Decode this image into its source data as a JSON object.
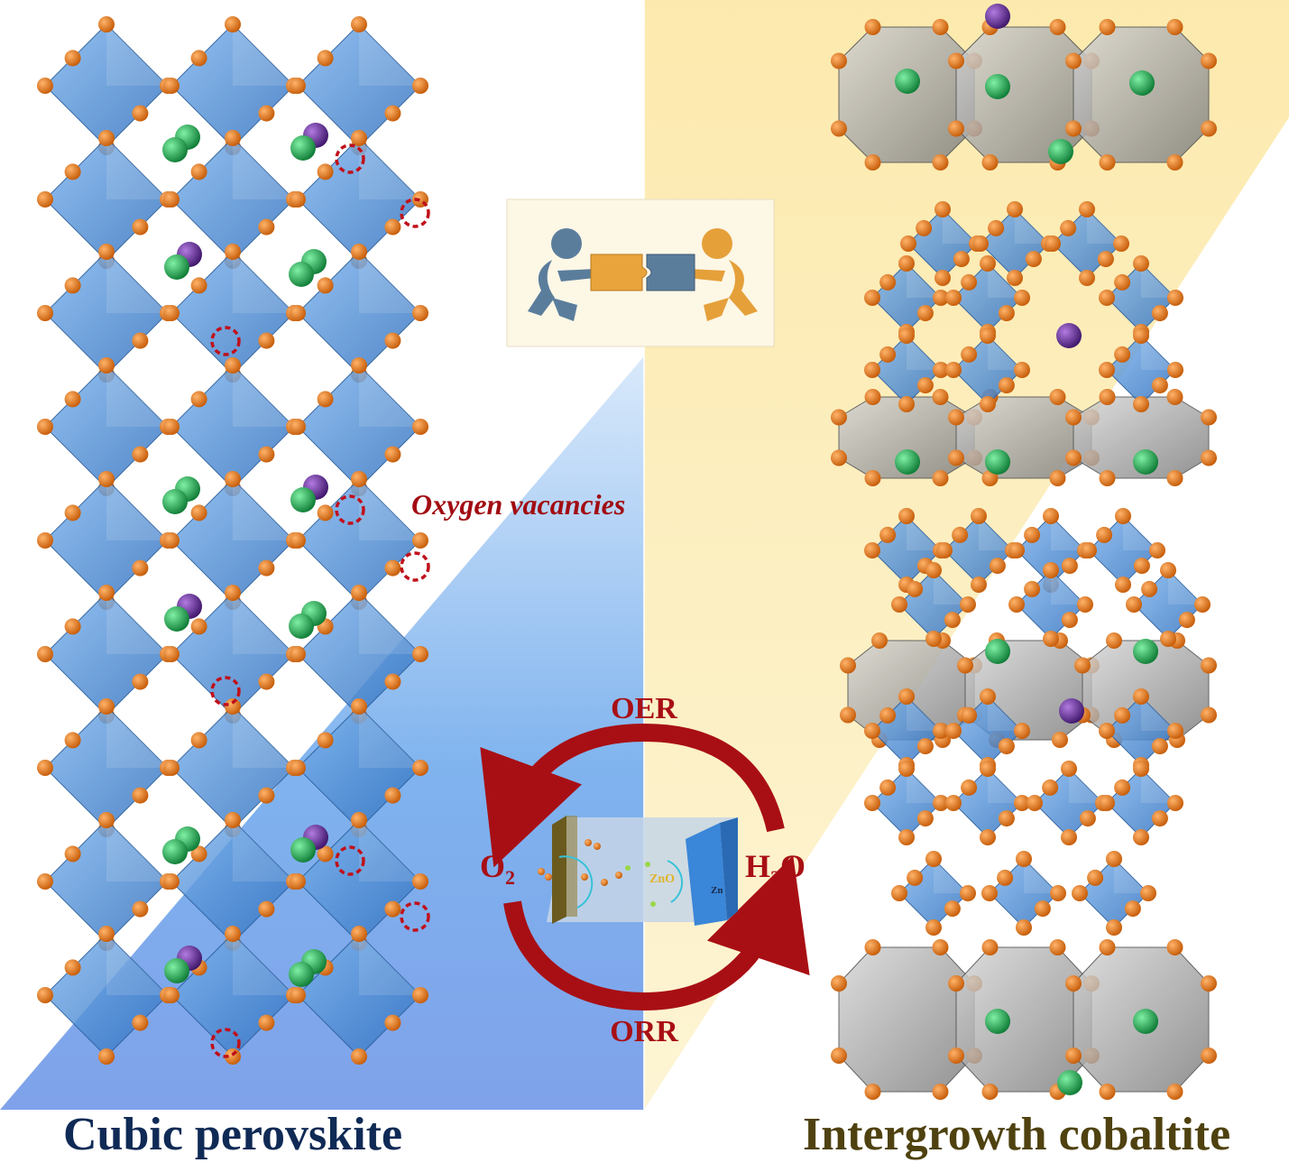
{
  "labels": {
    "left_title": "Cubic perovskite",
    "right_title": "Intergrowth cobaltite",
    "vacancy_label": "Oxygen vacancies",
    "oer": "OER",
    "orr": "ORR",
    "o2_main": "O",
    "o2_sub": "2",
    "h2o_h": "H",
    "h2o_sub": "2",
    "h2o_o": "O",
    "zno": "ZnO",
    "zn": "Zn"
  },
  "colors": {
    "left_title": "#0f2a55",
    "right_title": "#4f4210",
    "vacancy_label": "#a10c12",
    "arrow": "#a80f14",
    "octahedron": "#4f8fd6",
    "oxygen_atom": "#e3720f",
    "a_site_green": "#1f9a4a",
    "a_site_purple": "#5a2a8c",
    "gray_polyhedron": "#9c9c9c"
  },
  "icons": {
    "puzzle_illustration": "two-figures-joining-puzzle-icon",
    "battery": "zinc-air-battery-icon"
  }
}
